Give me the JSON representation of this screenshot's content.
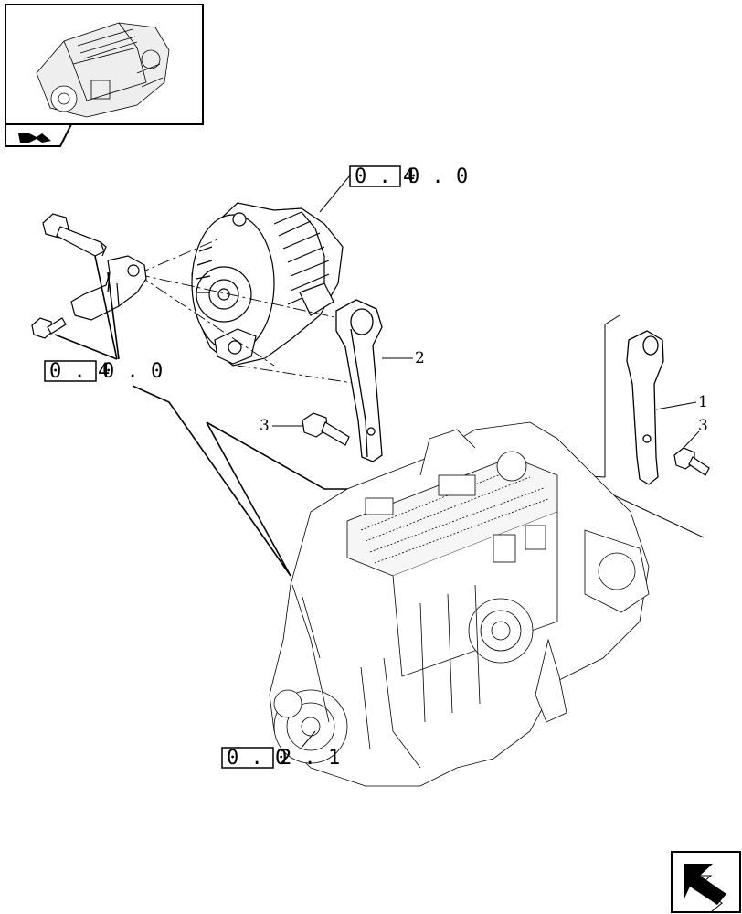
{
  "thumbnail": {
    "icon": "engine-thumbnail-icon",
    "nav_icon": "return-arrow-icon"
  },
  "references": [
    {
      "boxed": "0 . 4",
      "tail": "0 . 0"
    },
    {
      "boxed": "0 . 4",
      "tail": "0 . 0"
    },
    {
      "boxed": "0 . 0",
      "tail": "2 . 1"
    }
  ],
  "callouts": [
    "1",
    "2",
    "3",
    "3"
  ],
  "parts": {
    "alternator": "alternator-icon",
    "bracket_long": "alternator-bracket-icon",
    "bracket_short": "support-bracket-icon",
    "screw_left": "screw-icon",
    "screw_right": "screw-icon",
    "bolt_long": "long-bolt-icon",
    "bolt_short": "short-bolt-icon",
    "engine": "engine-assembly-icon"
  },
  "footer": {
    "icon": "next-page-arrow-icon"
  }
}
